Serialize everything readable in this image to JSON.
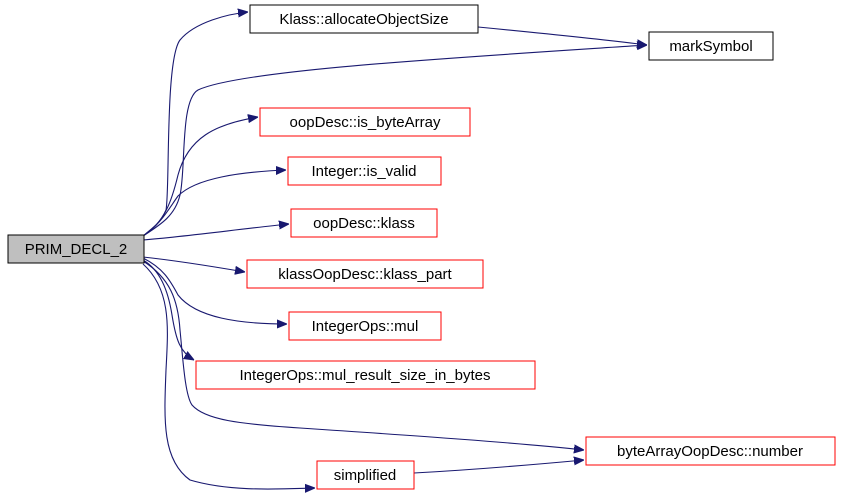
{
  "graph": {
    "root": "PRIM_DECL_2",
    "nodes": [
      {
        "id": "prim_decl_2",
        "label": "PRIM_DECL_2",
        "kind": "root"
      },
      {
        "id": "klass_allocate",
        "label": "Klass::allocateObjectSize",
        "kind": "documented"
      },
      {
        "id": "mark_symbol",
        "label": "markSymbol",
        "kind": "documented"
      },
      {
        "id": "is_bytearray",
        "label": "oopDesc::is_byteArray",
        "kind": "undocumented"
      },
      {
        "id": "integer_is_valid",
        "label": "Integer::is_valid",
        "kind": "undocumented"
      },
      {
        "id": "oopdesc_klass",
        "label": "oopDesc::klass",
        "kind": "undocumented"
      },
      {
        "id": "klass_part",
        "label": "klassOopDesc::klass_part",
        "kind": "undocumented"
      },
      {
        "id": "integerops_mul",
        "label": "IntegerOps::mul",
        "kind": "undocumented"
      },
      {
        "id": "mul_result_size",
        "label": "IntegerOps::mul_result_size_in_bytes",
        "kind": "undocumented"
      },
      {
        "id": "bytearray_number",
        "label": "byteArrayOopDesc::number",
        "kind": "undocumented"
      },
      {
        "id": "simplified",
        "label": "simplified",
        "kind": "undocumented"
      }
    ],
    "edges": [
      {
        "from": "prim_decl_2",
        "to": "klass_allocate"
      },
      {
        "from": "prim_decl_2",
        "to": "mark_symbol"
      },
      {
        "from": "klass_allocate",
        "to": "mark_symbol"
      },
      {
        "from": "prim_decl_2",
        "to": "is_bytearray"
      },
      {
        "from": "prim_decl_2",
        "to": "integer_is_valid"
      },
      {
        "from": "prim_decl_2",
        "to": "oopdesc_klass"
      },
      {
        "from": "prim_decl_2",
        "to": "klass_part"
      },
      {
        "from": "prim_decl_2",
        "to": "integerops_mul"
      },
      {
        "from": "prim_decl_2",
        "to": "mul_result_size"
      },
      {
        "from": "prim_decl_2",
        "to": "bytearray_number"
      },
      {
        "from": "prim_decl_2",
        "to": "simplified"
      },
      {
        "from": "simplified",
        "to": "bytearray_number"
      }
    ],
    "colors": {
      "edge": "#191970",
      "root_fill": "#bfbfbf",
      "documented_border": "#000000",
      "undocumented_border": "#ff0000",
      "node_fill": "#ffffff"
    }
  }
}
